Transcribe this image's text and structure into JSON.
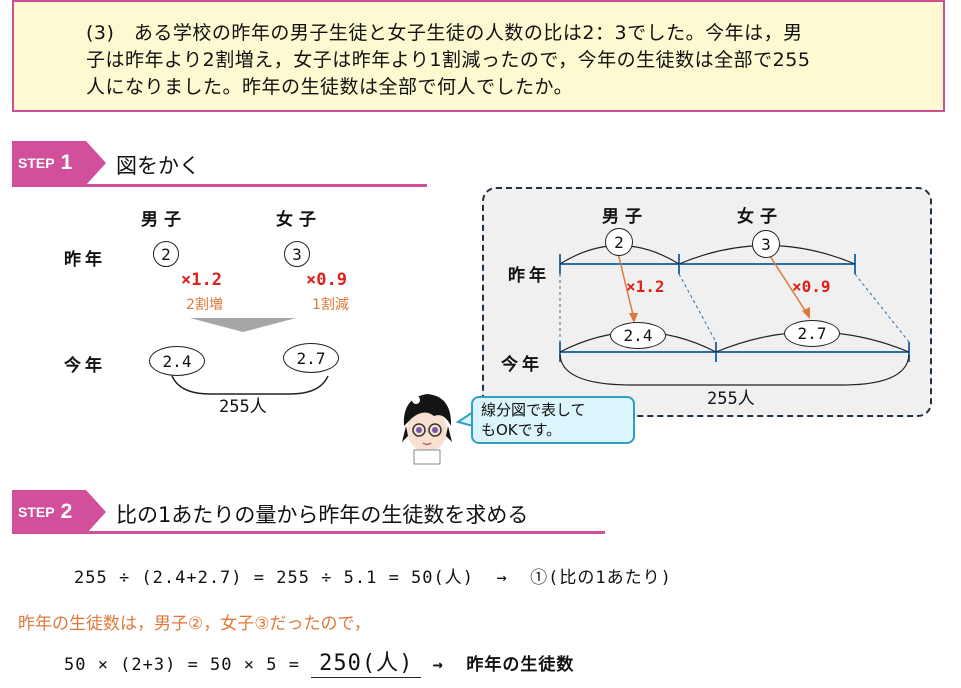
{
  "problem": {
    "line1": "(3)　ある学校の昨年の男子生徒と女子生徒の人数の比は2：3でした。今年は，男",
    "line2": "子は昨年より2割増え，女子は昨年より1割減ったので，今年の生徒数は全部で255",
    "line3": "人になりました。昨年の生徒数は全部で何人でしたか。"
  },
  "step1": {
    "badge_word": "STEP",
    "badge_num": "1",
    "title": "図をかく",
    "boys_label": "男子",
    "girls_label": "女子",
    "last_year": "昨年",
    "this_year": "今年",
    "boys_ratio": "2",
    "girls_ratio": "3",
    "boys_mult": "×1.2",
    "girls_mult": "×0.9",
    "boys_note": "2割増",
    "girls_note": "1割減",
    "boys_new": "2.4",
    "girls_new": "2.7",
    "total": "255人"
  },
  "diagram": {
    "boys_label": "男子",
    "girls_label": "女子",
    "last_year": "昨年",
    "this_year": "今年",
    "boys_ratio": "2",
    "girls_ratio": "3",
    "boys_mult": "×1.2",
    "girls_mult": "×0.9",
    "boys_new": "2.4",
    "girls_new": "2.7",
    "total": "255人"
  },
  "bubble": {
    "line1": "線分図で表して",
    "line2": "もOKです。"
  },
  "step2": {
    "badge_word": "STEP",
    "badge_num": "2",
    "title": "比の1あたりの量から昨年の生徒数を求める",
    "eq1": "255 ÷ (2.4+2.7) = 255 ÷ 5.1 = 50(人)  →  ①(比の1あたり)",
    "note": "昨年の生徒数は，男子②，女子③だったので，",
    "eq2_left": "50 × (2+3) = 50 × 5 = ",
    "eq2_answer": "250(人)",
    "eq2_right": " →  昨年の生徒数"
  },
  "colors": {
    "accent": "#d2509b",
    "problem_bg": "#fdf9d0",
    "multiplier": "#e0201a",
    "note": "#e0783a",
    "line_blue": "#2a6fa8",
    "bubble_bg": "#dcf4fb"
  }
}
